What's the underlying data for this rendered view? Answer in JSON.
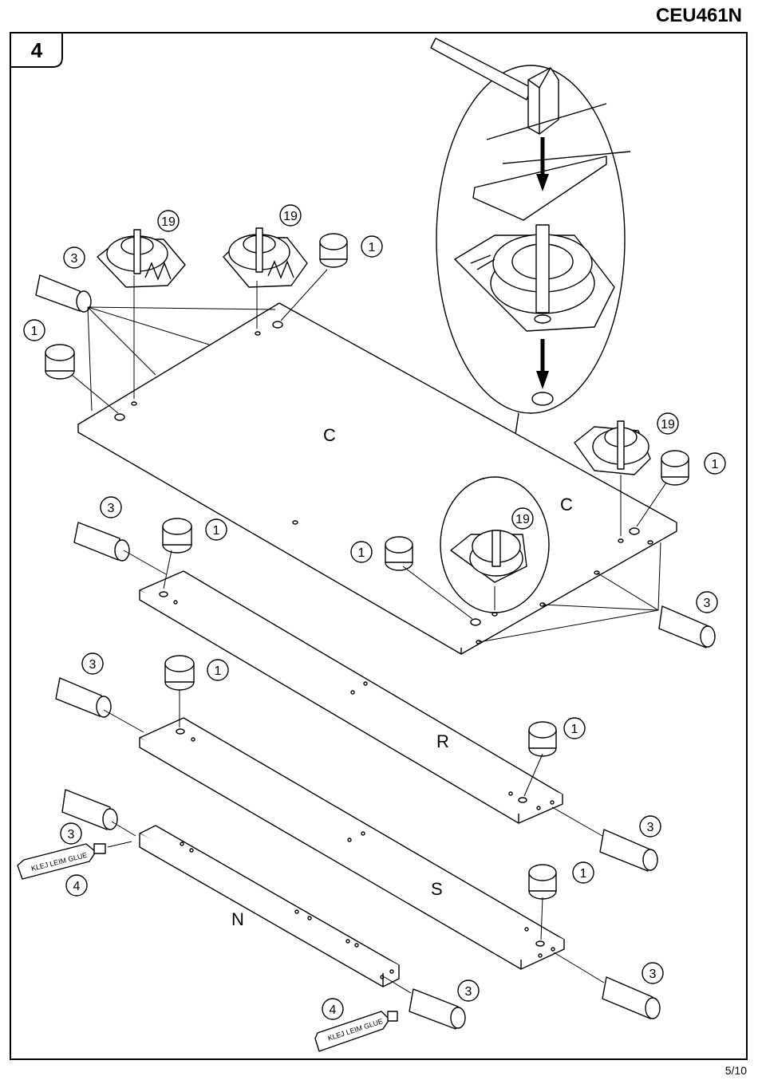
{
  "header": {
    "model": "CEU461N",
    "step": "4"
  },
  "footer": {
    "page": "5/10"
  },
  "panels": {
    "c_main": "C",
    "c_side": "C",
    "r": "R",
    "s": "S",
    "n": "N"
  },
  "callouts": {
    "c1": "19",
    "c2": "19",
    "c3": "1",
    "c4": "3",
    "c5": "1",
    "c6": "19",
    "c7": "1",
    "c8": "3",
    "c9": "1",
    "c10": "1",
    "c11": "19",
    "c12": "3",
    "c13": "3",
    "c14": "1",
    "c15": "1",
    "c16": "3",
    "c17": "3",
    "c18": "4",
    "c19": "1",
    "c20": "3",
    "c21": "4",
    "c22": "3"
  },
  "glue_label": "KLEJ LEIM GLUE",
  "icons": [
    "hammer-icon",
    "cam-lock-icon",
    "dowel-icon",
    "glue-tube-icon",
    "arrow-down-icon"
  ]
}
